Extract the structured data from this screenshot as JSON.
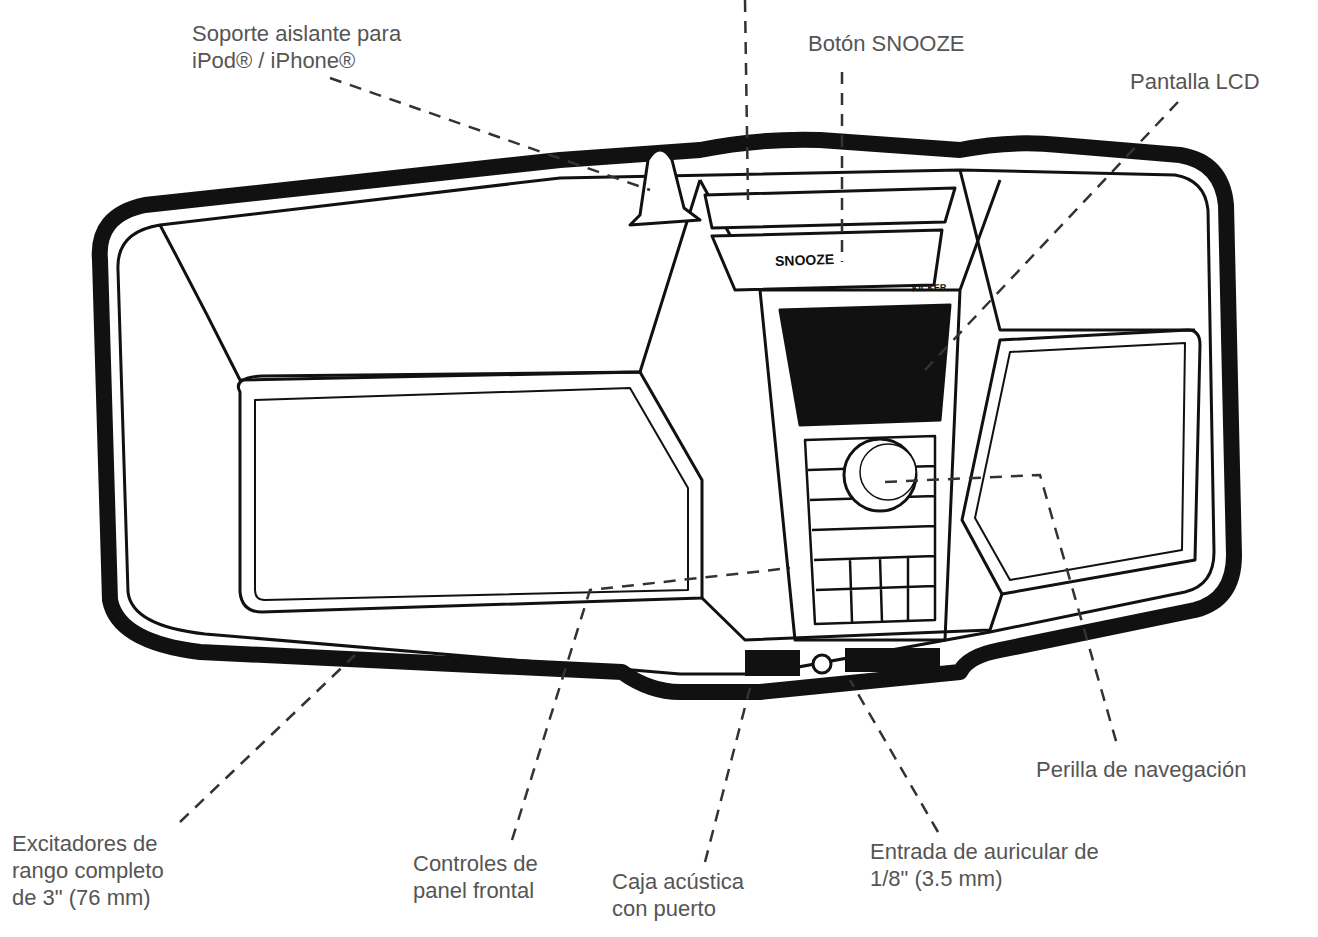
{
  "diagram": {
    "labels": [
      "Soporte aislante para iPod® / iPhone®",
      "Botón SNOOZE",
      "Pantalla LCD",
      "Perilla de navegación",
      "Entrada de auricular de 1/8\" (3.5 mm)",
      "Caja acústica con puerto",
      "Controles de panel frontal",
      "Excitadores de rango completo de 3\" (76 mm)",
      "SNOOZE",
      "KICKER"
    ]
  }
}
